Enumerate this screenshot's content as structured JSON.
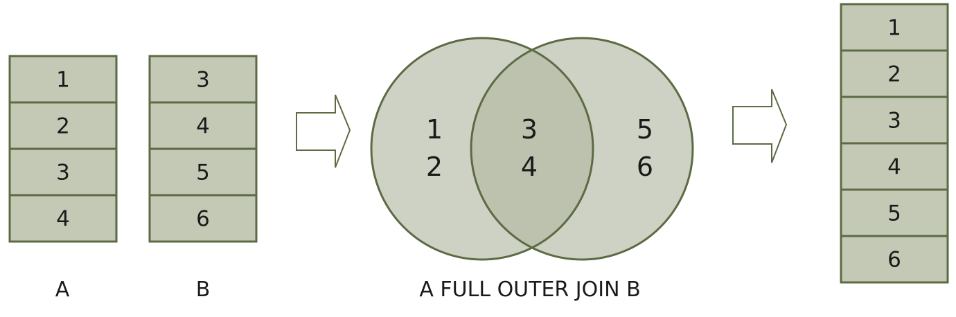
{
  "table_a": {
    "label": "A",
    "values": [
      "1",
      "2",
      "3",
      "4"
    ]
  },
  "table_b": {
    "label": "B",
    "values": [
      "3",
      "4",
      "5",
      "6"
    ]
  },
  "venn": {
    "left_only": [
      "1",
      "2"
    ],
    "intersection": [
      "3",
      "4"
    ],
    "right_only": [
      "5",
      "6"
    ],
    "caption": "A FULL OUTER JOIN B"
  },
  "result": {
    "values": [
      "1",
      "2",
      "3",
      "4",
      "5",
      "6"
    ]
  },
  "colors": {
    "cell_fill": "#c4c9b6",
    "cell_stroke": "#5c6b43",
    "venn_fill": "#ced2c4",
    "venn_overlap": "#bcc2ae",
    "venn_stroke": "#5c6b43",
    "arrow_stroke": "#5c6b43",
    "arrow_fill": "#ffffff",
    "text": "#1a1a1a"
  }
}
